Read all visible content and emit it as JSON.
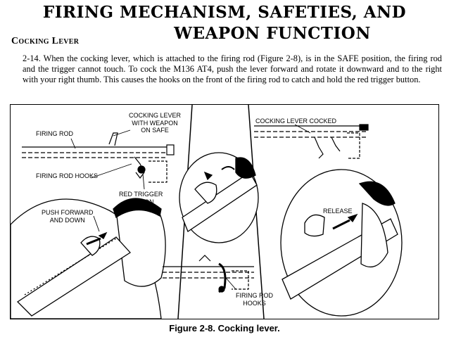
{
  "title": {
    "line1": "FIRING MECHANISM, SAFETIES, AND",
    "line2": "WEAPON FUNCTION"
  },
  "section": {
    "heading": "Cocking Lever",
    "paragraph": "2-14. When the cocking lever, which is attached to the firing rod (Figure 2-8), is in the SAFE position, the firing rod and the trigger cannot touch. To cock the M136 AT4, push the lever forward and rotate it downward and to the right with your right thumb. This causes the hooks on the front of the firing rod to catch and hold the red trigger button."
  },
  "figure": {
    "labels": {
      "firing_rod": "FIRING ROD",
      "cocking_lever_safe": "COCKING LEVER\nWITH WEAPON\nON SAFE",
      "firing_rod_hooks_top": "FIRING ROD HOOKS",
      "red_trigger_button": "RED TRIGGER\nBUTTON",
      "push_forward": "PUSH FORWARD\nAND DOWN",
      "cocking_lever_cocked": "COCKING LEVER COCKED",
      "release": "RELEASE",
      "firing_rod_hooks_bottom": "FIRING ROD\nHOOKS"
    },
    "caption": "Figure 2-8. Cocking lever."
  }
}
